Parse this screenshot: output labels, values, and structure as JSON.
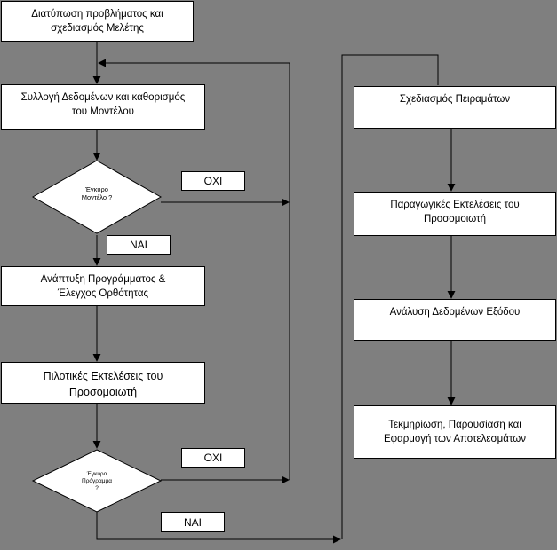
{
  "colors": {
    "background": "#7f7f7f",
    "box": "#ffffff",
    "line": "#000000"
  },
  "nodes": {
    "n1": {
      "line1": "Διατύπωση προβλήματος και",
      "line2": "σχεδιασμός Μελέτης"
    },
    "n2": {
      "line1": "Συλλογή Δεδομένων και καθορισμός",
      "line2": "του Μοντέλου"
    },
    "d1": {
      "line1": "Έγκυρο",
      "line2": "Μοντέλο ?"
    },
    "n3": {
      "line1": "Ανάπτυξη Προγράμματος  &",
      "line2": "Έλεγχος Ορθότητας"
    },
    "n4": {
      "line1": "Πιλοτικές Εκτελέσεις του",
      "line2": "Προσομοιωτή"
    },
    "d2": {
      "line1": "Έγκυρο",
      "line2": "Πρόγραμμα",
      "line3": "?"
    },
    "r1": {
      "line1": "Σχεδιασμός Πειραμάτων"
    },
    "r2": {
      "line1": "Παραγωγικές Εκτελέσεις του",
      "line2": "Προσομοιωτή"
    },
    "r3": {
      "line1": "Ανάλυση  Δεδομένων Εξόδου"
    },
    "r4": {
      "line1": "Τεκμηρίωση, Παρουσίαση και",
      "line2": "Εφαρμογή των Αποτελεσμάτων"
    }
  },
  "labels": {
    "no1": "ΟΧΙ",
    "yes1": "ΝΑΙ",
    "no2": "ΟΧΙ",
    "yes2": "ΝΑΙ"
  }
}
